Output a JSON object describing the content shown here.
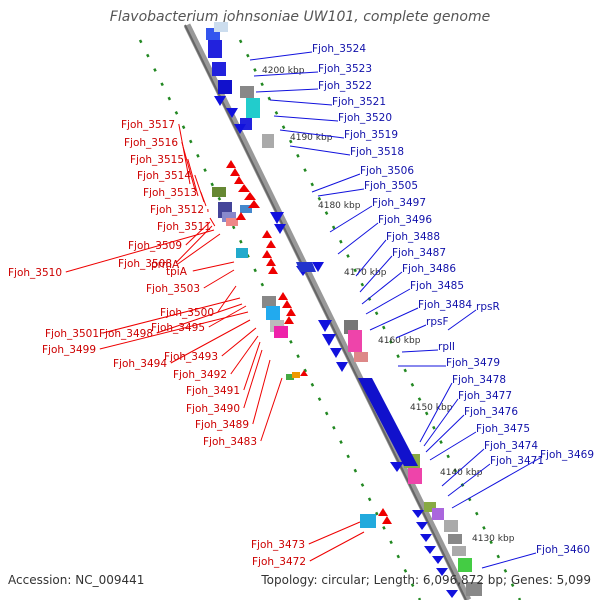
{
  "title": "Flavobacterium johnsoniae UW101, complete genome",
  "footer": {
    "accession": "Accession: NC_009441",
    "topology": "Topology: circular; Length: 6,096,872 bp; Genes: 5,099"
  },
  "colors": {
    "forward": "#0000cc",
    "reverse": "#dd0000",
    "axis": "#777777",
    "track": "#228822"
  },
  "kbp_marks": [
    "4200 kbp",
    "4190 kbp",
    "4180 kbp",
    "4170 kbp",
    "4160 kbp",
    "4150 kbp",
    "4140 kbp",
    "4130 kbp"
  ],
  "right_labels": [
    "Fjoh_3524",
    "Fjoh_3523",
    "Fjoh_3522",
    "Fjoh_3521",
    "Fjoh_3520",
    "Fjoh_3519",
    "Fjoh_3518",
    "Fjoh_3506",
    "Fjoh_3505",
    "Fjoh_3497",
    "Fjoh_3496",
    "Fjoh_3488",
    "Fjoh_3487",
    "Fjoh_3486",
    "Fjoh_3485",
    "Fjoh_3484",
    "rpsR",
    "rpsF",
    "rplI",
    "Fjoh_3479",
    "Fjoh_3478",
    "Fjoh_3477",
    "Fjoh_3476",
    "Fjoh_3475",
    "Fjoh_3474",
    "Fjoh_3471",
    "Fjoh_3469",
    "Fjoh_3460"
  ],
  "left_labels": [
    "Fjoh_3517",
    "Fjoh_3516",
    "Fjoh_3515",
    "Fjoh_3514",
    "Fjoh_3513",
    "Fjoh_3512",
    "Fjoh_3511",
    "Fjoh_3509",
    "Fjoh_3508",
    "Fjoh_3510",
    "prmA",
    "tpiA",
    "Fjoh_3503",
    "Fjoh_3500",
    "Fjoh_3501",
    "Fjoh_3498",
    "Fjoh_3495",
    "Fjoh_3499",
    "Fjoh_3494",
    "Fjoh_3493",
    "Fjoh_3492",
    "Fjoh_3491",
    "Fjoh_3490",
    "Fjoh_3489",
    "Fjoh_3483",
    "Fjoh_3473",
    "Fjoh_3472"
  ]
}
